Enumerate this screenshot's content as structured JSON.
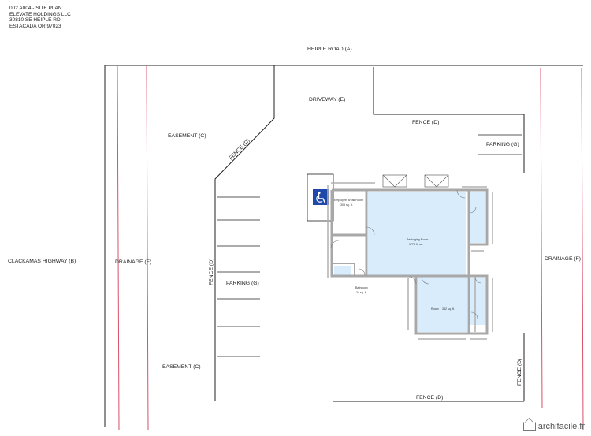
{
  "title_block": {
    "line1": "002 A004 - SITE PLAN",
    "line2": "ELEVATE HOLDINGS LLC",
    "line3": "30810 SE HEIPLE RD",
    "line4": "ESTACADA OR 97023"
  },
  "labels": {
    "heiple_road": "HEIPLE ROAD (A)",
    "clackamas_highway": "CLACKAMAS HIGHWAY (B)",
    "easement_top": "EASEMENT (C)",
    "easement_bottom": "EASEMENT (C)",
    "fence_diagonal": "FENCE (D)",
    "fence_top": "FENCE (D)",
    "fence_left_vertical": "FENCE (D)",
    "fence_right_vertical": "FENCE (D)",
    "fence_bottom": "FENCE (D)",
    "driveway": "DRIVEWAY (E)",
    "drainage_left": "DRAINAGE (F)",
    "drainage_right": "DRAINAGE (F)",
    "parking_center": "PARKING (G)",
    "parking_top_right": "PARKING (G)"
  },
  "rooms": {
    "employee_break_room": {
      "name": "Employee Break Room",
      "area": "303 sq. ft."
    },
    "packaging_room": {
      "name": "Packaging Room",
      "area": "1778 ft. sq."
    },
    "bathroom": {
      "name": "Bathroom",
      "area": "24 sq. ft."
    },
    "room": {
      "name": "Room",
      "area": "342 sq. ft."
    }
  },
  "icons": {
    "accessibility": "wheelchair-icon",
    "watermark": "house-icon"
  },
  "colors": {
    "drainage_line": "#d9506a",
    "room_fill": "#d8ecfb",
    "wall": "#a8a8a8",
    "accessible_sign": "#1f49a8"
  },
  "watermark": {
    "text": "archifacile.fr"
  }
}
